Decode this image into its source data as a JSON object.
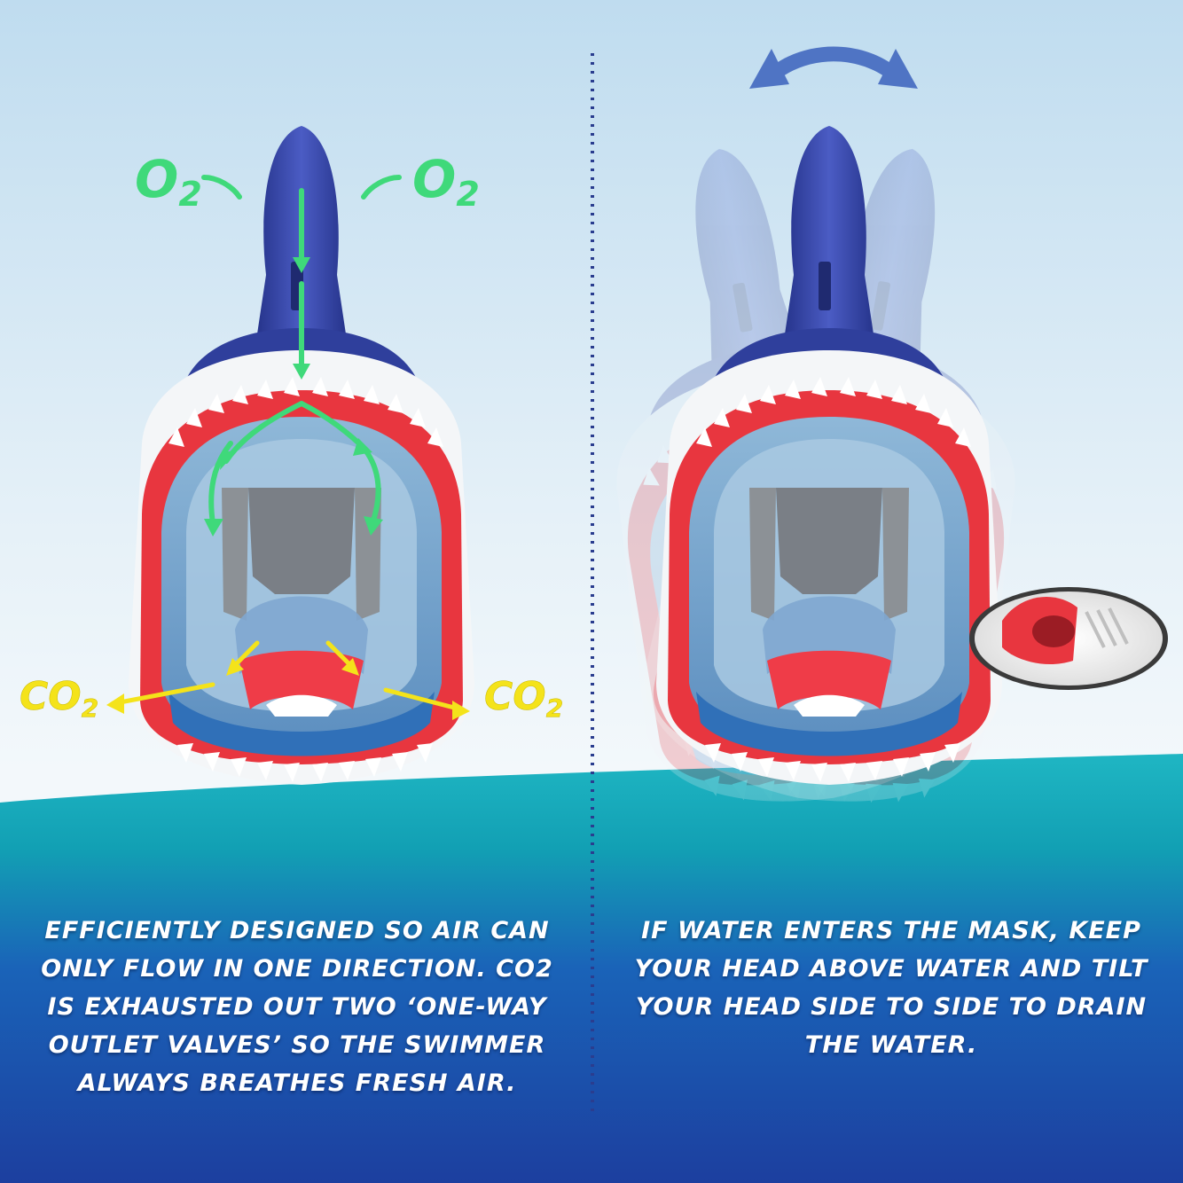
{
  "labels": {
    "o2": "O",
    "o2_sub": "2",
    "co2": "CO",
    "co2_sub": "2"
  },
  "captions": {
    "left": "Efficiently designed so air can only flow in one direction. CO2 is exhausted out two ‘one-way outlet valves’ so the swimmer always breathes fresh air.",
    "right": "If water enters the mask, keep your head above water and tilt your head side to side to drain the water."
  },
  "colors": {
    "o2_green": "#3fd97a",
    "co2_yellow": "#f4e31a",
    "mask_blue": "#2f3f9c",
    "mask_red": "#e8363f",
    "tilt_arrow": "#4f74c4"
  }
}
